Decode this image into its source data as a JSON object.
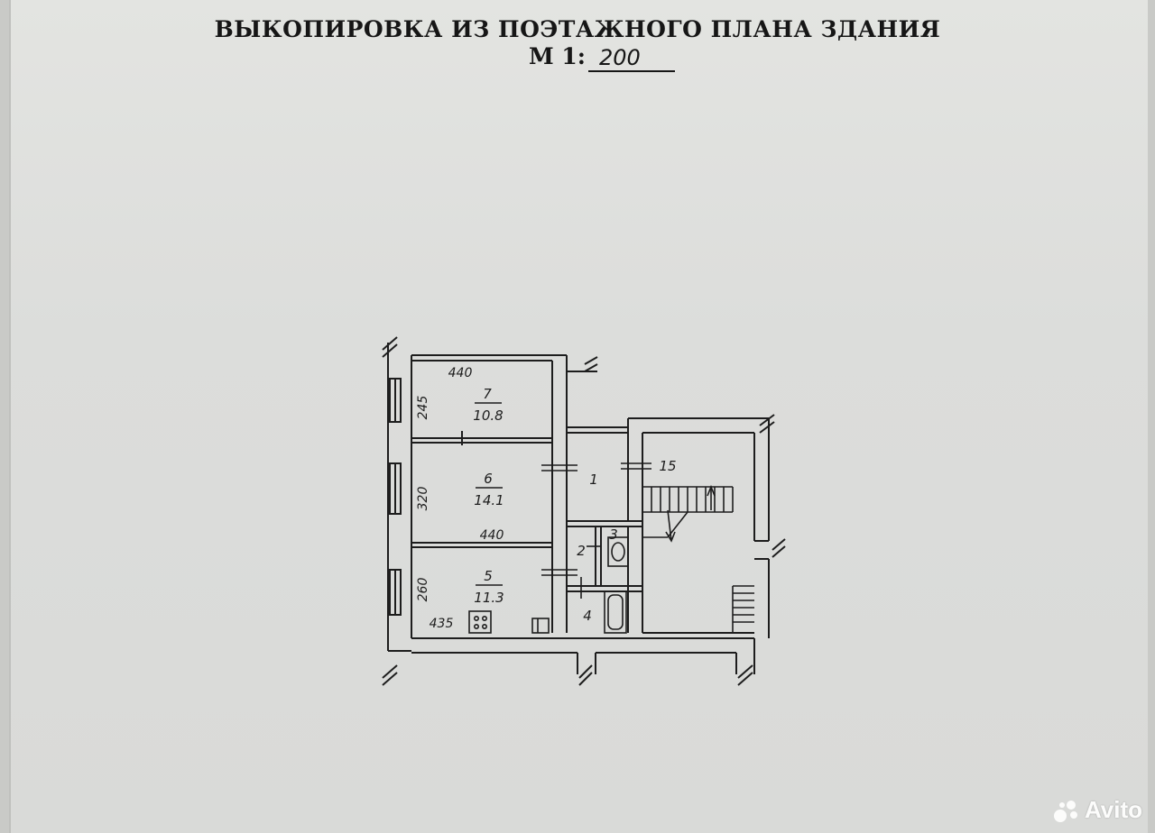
{
  "document": {
    "title": "ВЫКОПИРОВКА ИЗ ПОЭТАЖНОГО ПЛАНА ЗДАНИЯ",
    "scale_prefix": "М 1:",
    "scale_value": "200"
  },
  "rooms": [
    {
      "number": "7",
      "area": "10.8"
    },
    {
      "number": "6",
      "area": "14.1"
    },
    {
      "number": "5",
      "area": "11.3"
    },
    {
      "number": "1"
    },
    {
      "number": "2"
    },
    {
      "number": "3"
    },
    {
      "number": "4"
    },
    {
      "number": "15"
    }
  ],
  "dimensions": {
    "room7_width": "440",
    "room7_depth": "245",
    "room6_depth": "320",
    "room6_width": "440",
    "room5_depth": "260",
    "room5_width": "435"
  },
  "watermark": "Avito",
  "colors": {
    "paper": "#dcdddb",
    "ink": "#1d1d1d"
  }
}
